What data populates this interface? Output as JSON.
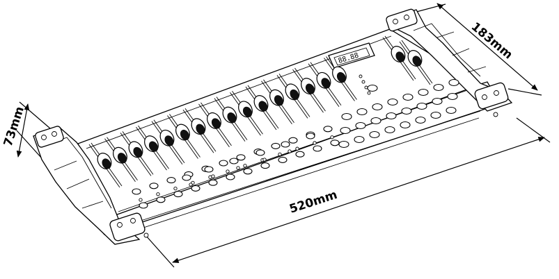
{
  "dimensions": {
    "length_label": "520mm",
    "depth_label": "183mm",
    "height_label": "73mm"
  },
  "display": {
    "readout": "88.88",
    "icon": "seven-segment-display-icon"
  },
  "controls": {
    "channel_fader_count": 16,
    "master_fader_count": 2
  }
}
